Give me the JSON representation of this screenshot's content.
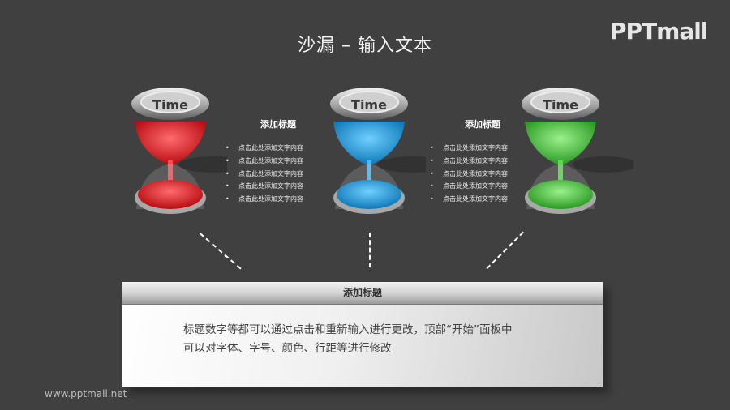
{
  "header": {
    "title": "沙漏 – 输入文本",
    "logo": "PPTmall"
  },
  "hourglasses": [
    {
      "label": "Time",
      "color": "red",
      "fill": "#e8181c",
      "light": "#ff6b6e"
    },
    {
      "label": "Time",
      "color": "blue",
      "fill": "#1a9be3",
      "light": "#6fd0ff"
    },
    {
      "label": "Time",
      "color": "green",
      "fill": "#42c23a",
      "light": "#9cf08e"
    }
  ],
  "textblocks": [
    {
      "title": "添加标题",
      "items": [
        "点击此处添加文字内容",
        "点击此处添加文字内容",
        "点击此处添加文字内容",
        "点击此处添加文字内容",
        "点击此处添加文字内容"
      ]
    },
    {
      "title": "添加标题",
      "items": [
        "点击此处添加文字内容",
        "点击此处添加文字内容",
        "点击此处添加文字内容",
        "点击此处添加文字内容",
        "点击此处添加文字内容"
      ]
    }
  ],
  "bullet_glyph": "•",
  "panel": {
    "title": "添加标题",
    "body_line1": "标题数字等都可以通过点击和重新输入进行更改，顶部“开始”面板中",
    "body_line2": "可以对字体、字号、颜色、行距等进行修改"
  },
  "footer": {
    "url": "www.pptmall.net"
  }
}
